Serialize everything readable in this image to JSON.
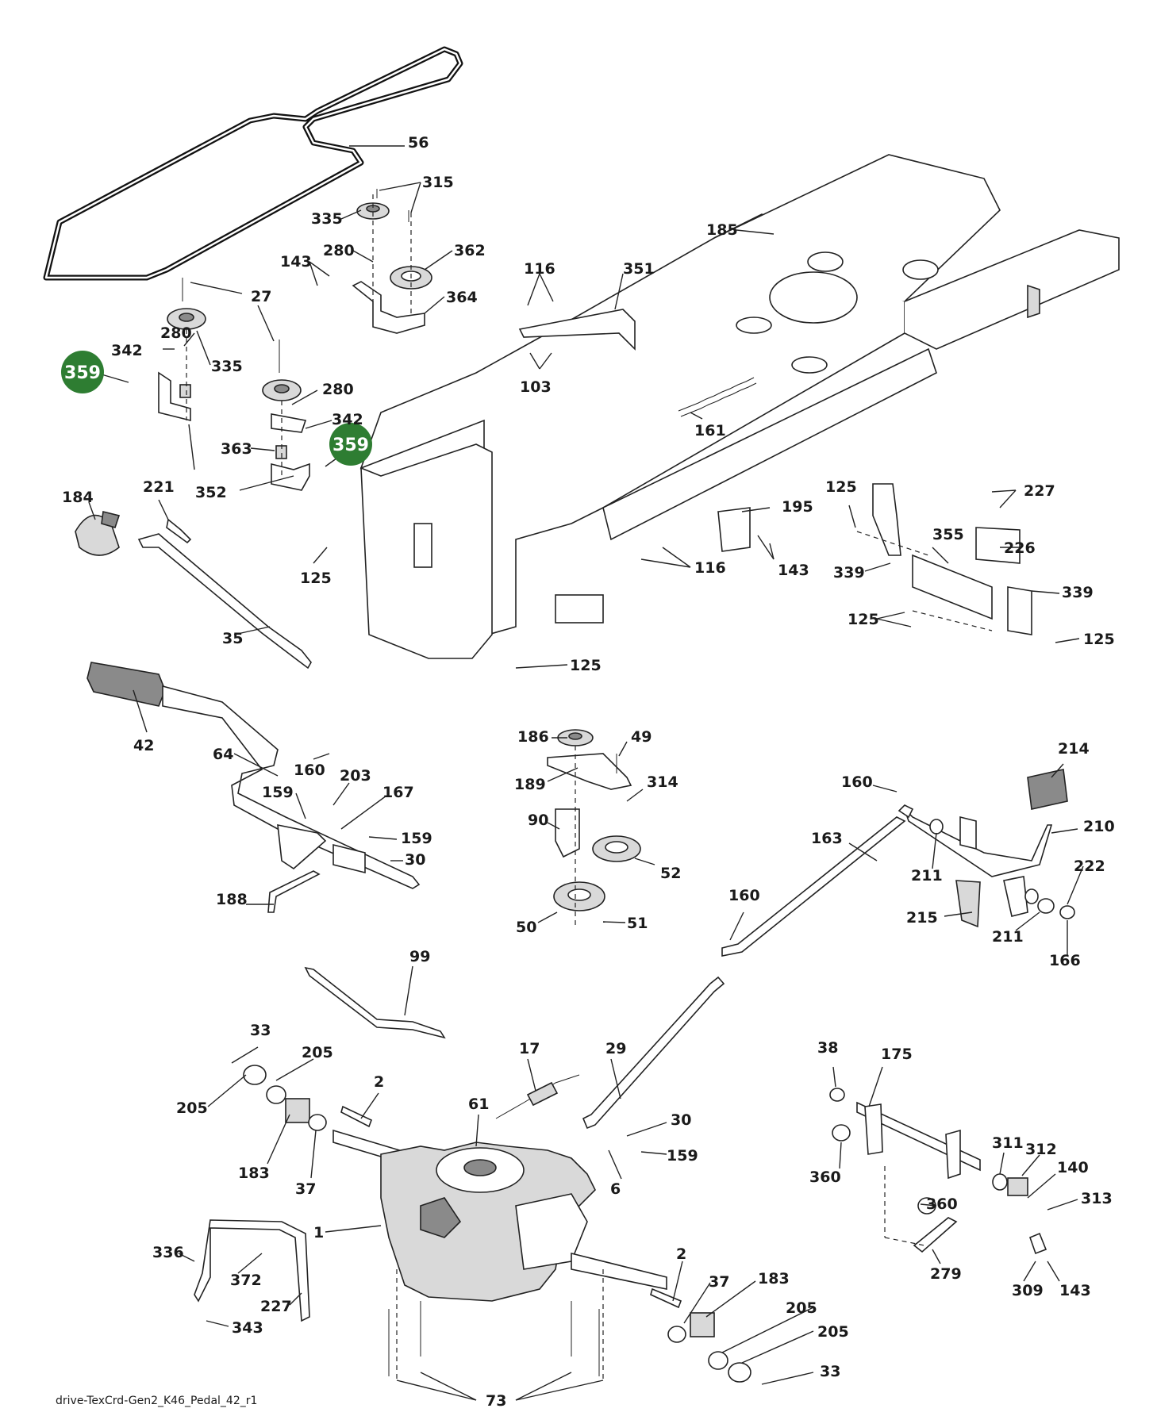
{
  "caption": "drive-TexCrd-Gen2_K46_Pedal_42_r1",
  "callout_color": "#2e7d32",
  "highlighted_callouts": [
    "359",
    "359"
  ],
  "labels": [
    "56",
    "315",
    "335",
    "280",
    "362",
    "143",
    "364",
    "27",
    "280",
    "342",
    "335",
    "280",
    "342",
    "363",
    "352",
    "116",
    "351",
    "103",
    "185",
    "161",
    "184",
    "221",
    "125",
    "35",
    "195",
    "143",
    "116",
    "125",
    "227",
    "226",
    "355",
    "339",
    "339",
    "125",
    "125",
    "125",
    "42",
    "64",
    "160",
    "203",
    "167",
    "159",
    "159",
    "30",
    "188",
    "186",
    "49",
    "189",
    "314",
    "90",
    "52",
    "50",
    "51",
    "214",
    "160",
    "163",
    "211",
    "210",
    "222",
    "215",
    "211",
    "166",
    "160",
    "99",
    "33",
    "205",
    "205",
    "2",
    "17",
    "29",
    "61",
    "30",
    "159",
    "183",
    "37",
    "6",
    "38",
    "175",
    "360",
    "311",
    "312",
    "140",
    "313",
    "360",
    "279",
    "309",
    "143",
    "1",
    "336",
    "372",
    "227",
    "343",
    "2",
    "37",
    "183",
    "205",
    "205",
    "73",
    "33"
  ]
}
